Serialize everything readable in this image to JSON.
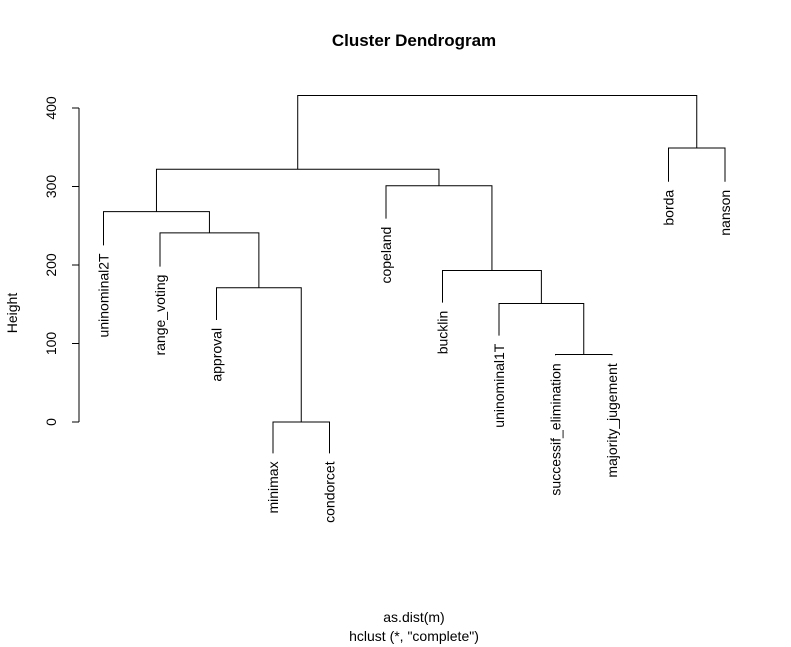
{
  "chart_data": {
    "type": "dendrogram",
    "title": "Cluster Dendrogram",
    "subtitle": "hclust (*, \"complete\")",
    "xlabel": "as.dist(m)",
    "ylabel": "Height",
    "ylim": [
      0,
      416
    ],
    "yticks": [
      0,
      100,
      200,
      300,
      400
    ],
    "leaves": [
      {
        "label": "uninominal2T",
        "height": 225
      },
      {
        "label": "range_voting",
        "height": 198
      },
      {
        "label": "approval",
        "height": 130
      },
      {
        "label": "minimax",
        "height": -40
      },
      {
        "label": "condorcet",
        "height": -40
      },
      {
        "label": "copeland",
        "height": 259
      },
      {
        "label": "bucklin",
        "height": 152
      },
      {
        "label": "uninominal1T",
        "height": 110
      },
      {
        "label": "successif_elimination",
        "height": 85
      },
      {
        "label": "majority_jugement",
        "height": 85
      },
      {
        "label": "borda",
        "height": 306
      },
      {
        "label": "nanson",
        "height": 306
      }
    ],
    "merges": [
      {
        "left": "L4",
        "right": "L5",
        "height": 0
      },
      {
        "left": "L3",
        "right": "M1",
        "height": 171
      },
      {
        "left": "L2",
        "right": "M2",
        "height": 241
      },
      {
        "left": "L1",
        "right": "M3",
        "height": 268
      },
      {
        "left": "L9",
        "right": "L10",
        "height": 86
      },
      {
        "left": "L8",
        "right": "M5",
        "height": 151
      },
      {
        "left": "L7",
        "right": "M6",
        "height": 193
      },
      {
        "left": "L6",
        "right": "M7",
        "height": 301
      },
      {
        "left": "M4",
        "right": "M8",
        "height": 322
      },
      {
        "left": "L11",
        "right": "L12",
        "height": 349
      },
      {
        "left": "M9",
        "right": "M10",
        "height": 416
      }
    ]
  }
}
